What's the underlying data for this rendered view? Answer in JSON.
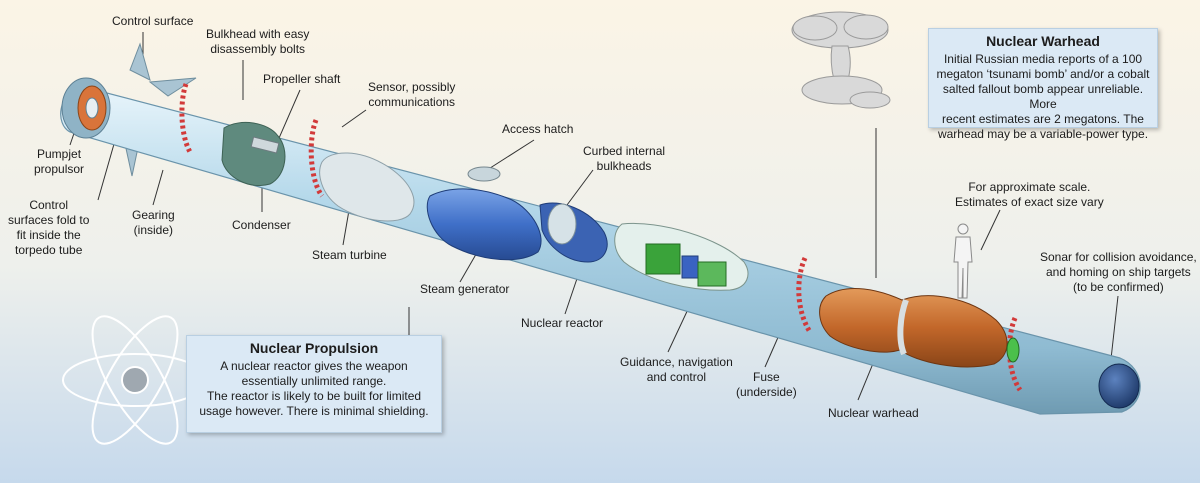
{
  "labels": {
    "control_surface": "Control surface",
    "bulkhead_bolts": [
      "Bulkhead with easy",
      "disassembly bolts"
    ],
    "propeller_shaft": "Propeller shaft",
    "sensor": [
      "Sensor, possibly",
      "communications"
    ],
    "pumpjet": [
      "Pumpjet",
      "propulsor"
    ],
    "control_surfaces_fold": [
      "Control",
      "surfaces fold to",
      "fit inside the",
      "torpedo tube"
    ],
    "gearing": [
      "Gearing",
      "(inside)"
    ],
    "condenser": "Condenser",
    "access_hatch": "Access hatch",
    "curbed_bulkheads": [
      "Curbed internal",
      "bulkheads"
    ],
    "steam_turbine": "Steam turbine",
    "steam_generator": "Steam generator",
    "nuclear_reactor": "Nuclear reactor",
    "guidance": [
      "Guidance, navigation",
      "and control"
    ],
    "fuse": [
      "Fuse",
      "(underside)"
    ],
    "nuclear_warhead_label": "Nuclear warhead",
    "scale": [
      "For approximate scale.",
      "Estimates of exact size vary"
    ],
    "sonar": [
      "Sonar for collision avoidance,",
      "and homing on ship targets",
      "(to be confirmed)"
    ]
  },
  "warhead_box": {
    "title": "Nuclear Warhead",
    "lines": [
      "Initial Russian media reports of a 100",
      "megaton ‘tsunami bomb’ and/or a cobalt",
      "salted fallout bomb appear unreliable. More",
      "recent estimates are 2 megatons. The",
      "warhead may be a variable-power type."
    ]
  },
  "propulsion_box": {
    "title": "Nuclear Propulsion",
    "lines": [
      "A nuclear reactor gives the weapon",
      "essentially unlimited range.",
      "The reactor is likely to be built for limited",
      "usage however. There is minimal shielding."
    ]
  },
  "colors": {
    "hull": "#a8d1e6",
    "hull_dark": "#6e9cb4",
    "band_red": "#d23a3a",
    "steam_generator": "#3f6fc8",
    "warhead_copper": "#c2672a",
    "guidance_green": "#3aa33a",
    "sonar_blue": "#2b4f8a",
    "box_fill": "#dbe9f5"
  }
}
